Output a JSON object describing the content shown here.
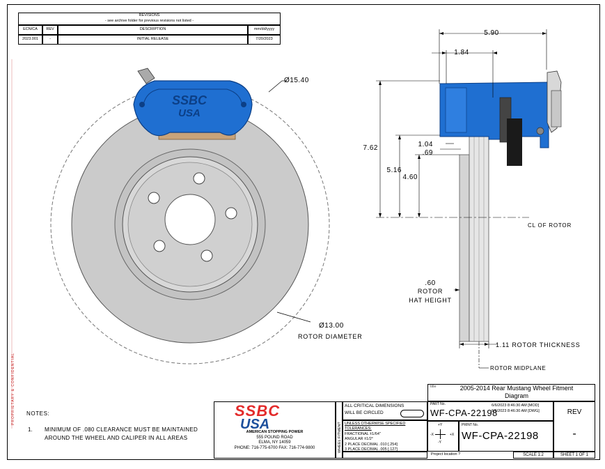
{
  "revisions": {
    "title": "REVISIONS",
    "note": "- see archive folder for previous revisions not listed -",
    "headers": [
      "ECN/CA",
      "REV",
      "DESCRIPTION",
      "mm/dd/yyyy"
    ],
    "rows": [
      [
        "2023.001",
        "-",
        "INITIAL RELEASE",
        "7/20/2023"
      ]
    ]
  },
  "front_view": {
    "rotor_outer_dim": "Ø15.40",
    "rotor_diameter_value": "Ø13.00",
    "rotor_diameter_label": "ROTOR DIAMETER",
    "caliper_logo_top": "SSBC",
    "caliper_logo_bottom": "USA"
  },
  "side_view": {
    "dim_590": "5.90",
    "dim_184": "1.84",
    "dim_762": "7.62",
    "dim_104": "1.04",
    "dim_069": ".69",
    "dim_516": "5.16",
    "dim_460": "4.60",
    "cl_label": "CL OF ROTOR",
    "hat_value": ".60",
    "hat_label_1": "ROTOR",
    "hat_label_2": "HAT HEIGHT",
    "thickness_label": "1.11 ROTOR THICKNESS",
    "midplane_label": "ROTOR MIDPLANE"
  },
  "notes": {
    "heading": "NOTES:",
    "item_number": "1.",
    "item_line1": "MINIMUM OF .080 CLEARANCE MUST BE MAINTAINED",
    "item_line2": "AROUND THE WHEEL AND CALIPER IN ALL AREAS"
  },
  "company": {
    "logo_top": "SSBC",
    "logo_bottom": "USA",
    "tagline": "AMERICAN STOPPING POWER",
    "address_1": "555 POUND ROAD",
    "address_2": "ELMA, NY 14059",
    "phone": "PHONE: 716-775-6700  FAX: 716-774-9800"
  },
  "title_block": {
    "title_prefix": "title",
    "title_line1": "2005-2014 Rear Mustang Wheel Fitment",
    "title_line2": "Diagram",
    "critical_1": "ALL CRITICAL DIMENSIONS",
    "critical_2": "WILL BE CIRCLED",
    "wheel_fitment_vertical": "WHEEL FITMENT",
    "tol_1": "UNLESS OTHERWISE SPECIFIED",
    "tol_2": "TOLERANCES:",
    "tol_3": "FRACTIONAL ±1/64\"",
    "tol_4": "ANGULAR ±1/2°",
    "tol_5": "2 PLACE DECIMAL .010 [.254]",
    "tol_6": "3 PLACE DECIMAL .005 [.127]",
    "part_no_label": "PART No.",
    "part_no": "WF-CPA-22198",
    "date_1": "6/6/2023 8:46:30 AM [MOD]",
    "date_2": "6/6/2023 8:46:30 AM [DWG]",
    "print_no_label": "PRINT No.",
    "print_no": "WF-CPA-22198",
    "rev_label": "REV",
    "rev_value": "-",
    "scale": "SCALE 1:2",
    "sheet": "SHEET 1 OF 1",
    "location": "Project location ?",
    "xyz_y": "+Y",
    "xyz_x1": "-X",
    "xyz_x2": "+X",
    "xyz_y2": "-Y"
  },
  "side_strip_text": "PROPRIETARY & CONFIDENTIAL",
  "colors": {
    "caliper_blue": "#1f6fd1",
    "caliper_dark": "#0c3f86",
    "rotor_face": "#cbcbcb",
    "rotor_hat": "#d6d6d6",
    "logo_red": "#e32b2b",
    "logo_blue": "#1c4f9c"
  }
}
